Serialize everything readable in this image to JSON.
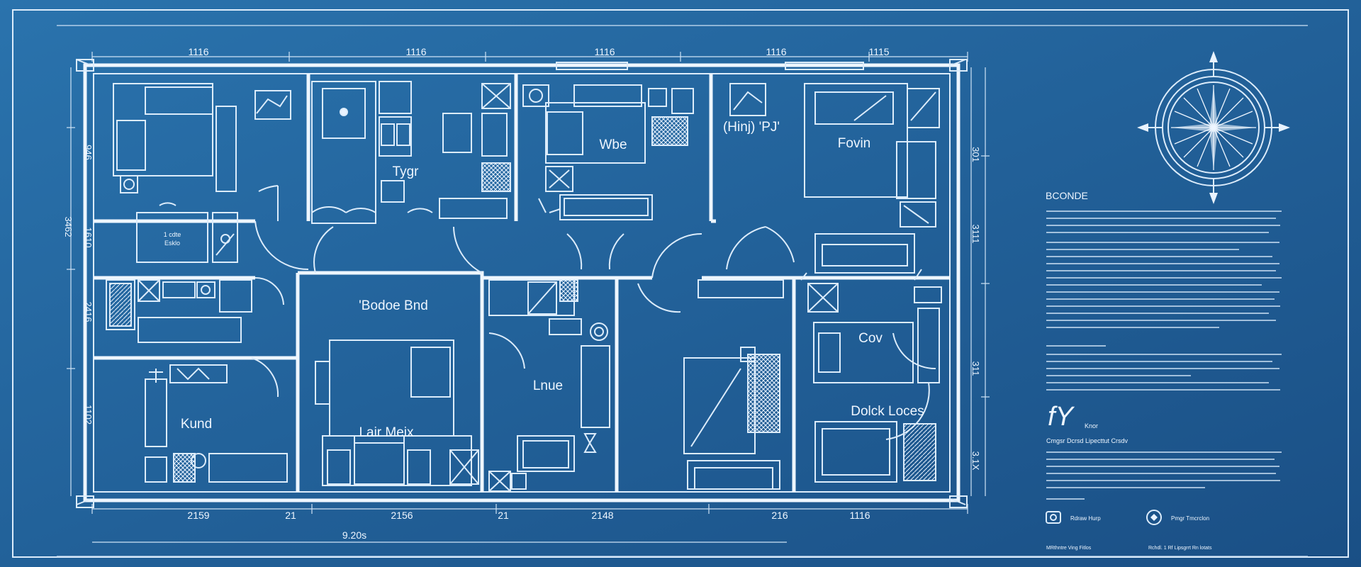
{
  "colors": {
    "background": "#1f5e96",
    "line": "#eef6ff",
    "accent": "#dcecfb"
  },
  "dimensions": {
    "top": [
      "1116",
      "1116",
      "1116",
      "1116",
      "1115"
    ],
    "bottom": [
      "2159",
      "21",
      "2156",
      "21",
      "2148",
      "216",
      "1116"
    ],
    "total": "9.20s",
    "left": [
      "946",
      "3462",
      "1610",
      "2416",
      "1102"
    ],
    "right": [
      "301",
      "3111",
      "311",
      "3.1X"
    ]
  },
  "rooms": [
    {
      "id": "tygr",
      "label": "Tygr"
    },
    {
      "id": "wbe",
      "label": "Wbe"
    },
    {
      "id": "hinj",
      "label": "(Hinj) 'PJ'"
    },
    {
      "id": "fovin",
      "label": "Fovin"
    },
    {
      "id": "bodoe",
      "label": "'Bodoe Bnd"
    },
    {
      "id": "lnue",
      "label": "Lnue"
    },
    {
      "id": "cov",
      "label": "Cov"
    },
    {
      "id": "kund",
      "label": "Kund"
    },
    {
      "id": "lair",
      "label": "Lair Meix"
    },
    {
      "id": "dolck",
      "label": "Dolck Loces"
    }
  ],
  "small_note": [
    "1 cdte",
    "Esklo"
  ],
  "side": {
    "title": "BCONDE",
    "compass_icon": "compass-rose-icon",
    "signature": "fY",
    "signature_tag": "Knor",
    "credit": "Cmgsr Dcrsd Lipecttut Crsdv",
    "footer_icons": [
      "seal-icon",
      "stamp-icon"
    ],
    "footer_labels": [
      "Rdraw Hurp",
      "Pmgr Tmcrclon"
    ],
    "footer_bottom": [
      "MRthntre Ving Fitlos",
      "Rchdl. 1 Rf Lipsgrrt Rn lotats"
    ]
  }
}
